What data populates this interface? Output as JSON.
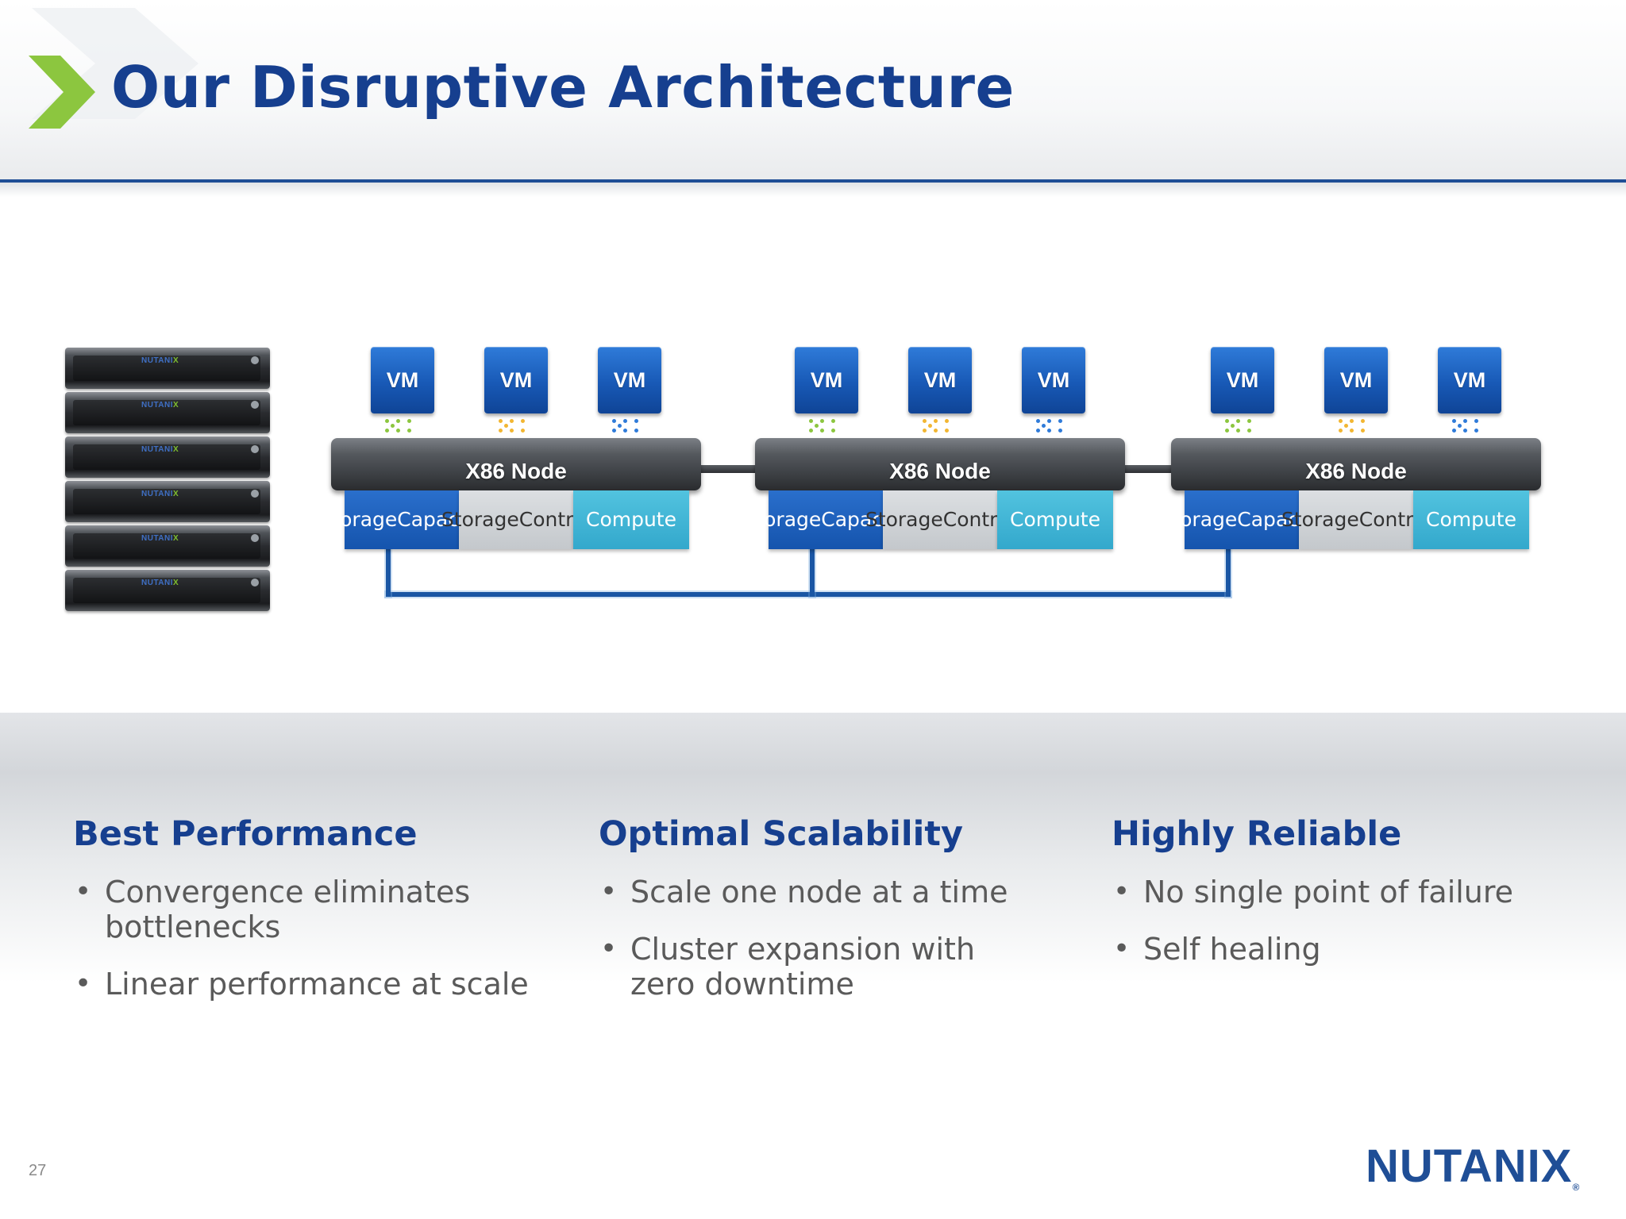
{
  "slide": {
    "title": "Our Disruptive Architecture",
    "page_number": "27",
    "brand": {
      "name": "NUTANI",
      "x": "X",
      "registered": "®"
    }
  },
  "server_stack": {
    "count": 6,
    "label_prefix": "NUTANI",
    "label_x": "X"
  },
  "diagram": {
    "nodes": [
      {
        "label": "X86 Node",
        "vms": [
          "VM",
          "VM",
          "VM"
        ],
        "modules": {
          "capacity": [
            "Storage",
            "Capacity"
          ],
          "control": [
            "Storage",
            "Control"
          ],
          "compute": "Compute"
        }
      },
      {
        "label": "X86 Node",
        "vms": [
          "VM",
          "VM",
          "VM"
        ],
        "modules": {
          "capacity": [
            "Storage",
            "Capacity"
          ],
          "control": [
            "Storage",
            "Control"
          ],
          "compute": "Compute"
        }
      },
      {
        "label": "X86 Node",
        "vms": [
          "VM",
          "VM",
          "VM"
        ],
        "modules": {
          "capacity": [
            "Storage",
            "Capacity"
          ],
          "control": [
            "Storage",
            "Control"
          ],
          "compute": "Compute"
        }
      }
    ],
    "colors": {
      "dots": [
        "#8cc63f",
        "#f2b632",
        "#2f7bd9"
      ],
      "accent": "#163f8f",
      "chevron": "#8cc63f"
    }
  },
  "columns": [
    {
      "title": "Best Performance",
      "bullets": [
        "Convergence eliminates bottlenecks",
        "Linear performance at scale"
      ]
    },
    {
      "title": "Optimal Scalability",
      "bullets": [
        "Scale one node at a time",
        "Cluster expansion with zero downtime"
      ]
    },
    {
      "title": "Highly Reliable",
      "bullets": [
        "No single point of failure",
        "Self healing"
      ]
    }
  ]
}
